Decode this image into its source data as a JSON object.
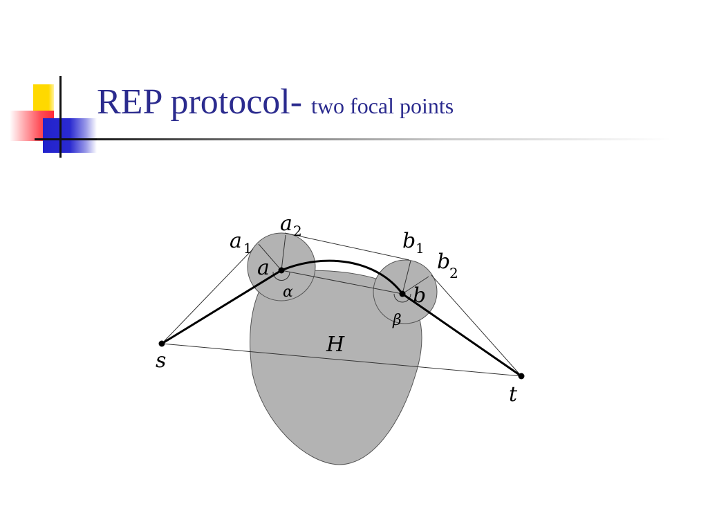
{
  "slide": {
    "title_main": "REP protocol- ",
    "title_sub": "two focal points"
  },
  "diagram": {
    "labels": {
      "a1_base": "a",
      "a1_sub": "1",
      "a2_base": "a",
      "a2_sub": "2",
      "b1_base": "b",
      "b1_sub": "1",
      "b2_base": "b",
      "b2_sub": "2",
      "a": "a",
      "b": "b",
      "alpha": "α",
      "beta": "β",
      "H": "H",
      "s": "s",
      "t": "t"
    },
    "colors": {
      "region_fill": "#b3b3b3",
      "title": "#2b2b8e"
    }
  }
}
